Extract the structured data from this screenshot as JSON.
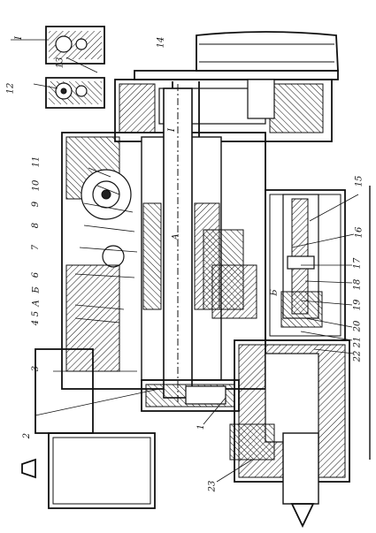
{
  "callouts": [
    {
      "id": "1",
      "label": "1"
    },
    {
      "id": "2",
      "label": "2"
    },
    {
      "id": "3",
      "label": "3"
    },
    {
      "id": "4",
      "label": "4"
    },
    {
      "id": "5",
      "label": "5"
    },
    {
      "id": "6",
      "label": "6"
    },
    {
      "id": "7",
      "label": "7"
    },
    {
      "id": "8",
      "label": "8"
    },
    {
      "id": "9",
      "label": "9"
    },
    {
      "id": "10",
      "label": "10"
    },
    {
      "id": "11",
      "label": "11"
    },
    {
      "id": "12",
      "label": "12"
    },
    {
      "id": "13",
      "label": "13"
    },
    {
      "id": "14",
      "label": "14"
    },
    {
      "id": "15",
      "label": "15"
    },
    {
      "id": "16",
      "label": "16"
    },
    {
      "id": "17",
      "label": "17"
    },
    {
      "id": "18",
      "label": "18"
    },
    {
      "id": "19",
      "label": "19"
    },
    {
      "id": "20",
      "label": "20"
    },
    {
      "id": "21",
      "label": "21"
    },
    {
      "id": "22",
      "label": "22"
    },
    {
      "id": "23",
      "label": "23"
    }
  ],
  "section_marks": {
    "detail": "I",
    "section_a": "A",
    "section_b": "Б",
    "section_b_lower": "Б",
    "shaft_a": "A",
    "shaft_i": "I"
  }
}
